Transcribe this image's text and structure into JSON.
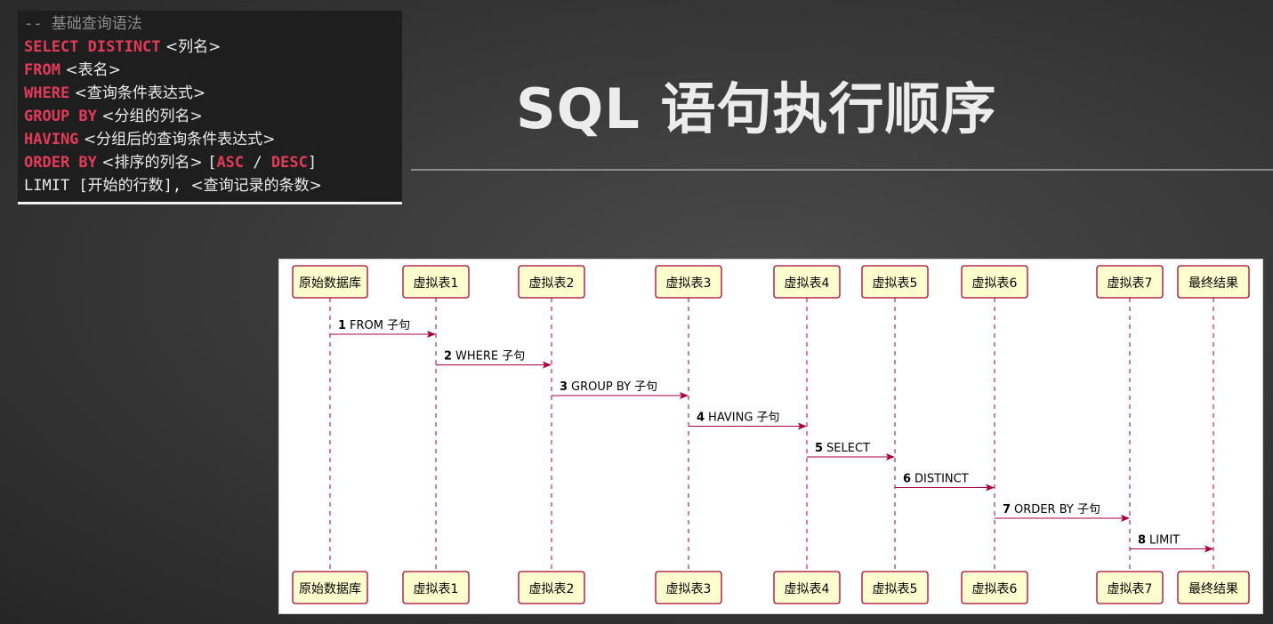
{
  "code_box": {
    "lines": [
      [
        {
          "t": "-- 基础查询语法",
          "c": "code-comment"
        }
      ],
      [
        {
          "t": "SELECT DISTINCT",
          "c": "kw"
        },
        {
          "t": " <列名>",
          "c": "plain"
        }
      ],
      [
        {
          "t": "FROM",
          "c": "kw"
        },
        {
          "t": " <表名>",
          "c": "plain"
        }
      ],
      [
        {
          "t": "WHERE",
          "c": "kw"
        },
        {
          "t": " <查询条件表达式>",
          "c": "plain"
        }
      ],
      [
        {
          "t": "GROUP BY",
          "c": "kw"
        },
        {
          "t": " <分组的列名>",
          "c": "plain"
        }
      ],
      [
        {
          "t": "HAVING",
          "c": "kw"
        },
        {
          "t": " <分组后的查询条件表达式>",
          "c": "plain"
        }
      ],
      [
        {
          "t": "ORDER BY",
          "c": "kw"
        },
        {
          "t": " <排序的列名> ",
          "c": "plain"
        },
        {
          "t": "[",
          "c": "mono"
        },
        {
          "t": "ASC",
          "c": "kw"
        },
        {
          "t": " / ",
          "c": "mono"
        },
        {
          "t": "DESC",
          "c": "kw"
        },
        {
          "t": "]",
          "c": "mono"
        }
      ],
      [
        {
          "t": "LIMIT [",
          "c": "mono"
        },
        {
          "t": "开始的行数",
          "c": "plain"
        },
        {
          "t": "], ",
          "c": "mono"
        },
        {
          "t": "<查询记录的条数>",
          "c": "plain"
        }
      ]
    ]
  },
  "title": "SQL 语句执行顺序",
  "diagram": {
    "participants": [
      "原始数据库",
      "虚拟表1",
      "虚拟表2",
      "虚拟表3",
      "虚拟表4",
      "虚拟表5",
      "虚拟表6",
      "虚拟表7",
      "最终结果"
    ],
    "messages": [
      {
        "from": 0,
        "to": 1,
        "num": "1",
        "label": "FROM 子句"
      },
      {
        "from": 1,
        "to": 2,
        "num": "2",
        "label": "WHERE 子句"
      },
      {
        "from": 2,
        "to": 3,
        "num": "3",
        "label": "GROUP BY 子句"
      },
      {
        "from": 3,
        "to": 4,
        "num": "4",
        "label": "HAVING 子句"
      },
      {
        "from": 4,
        "to": 5,
        "num": "5",
        "label": "SELECT"
      },
      {
        "from": 5,
        "to": 6,
        "num": "6",
        "label": "DISTINCT"
      },
      {
        "from": 6,
        "to": 7,
        "num": "7",
        "label": "ORDER BY 子句"
      },
      {
        "from": 7,
        "to": 8,
        "num": "8",
        "label": "LIMIT"
      }
    ],
    "colors": {
      "box_fill": "#fefece",
      "box_stroke": "#a80036",
      "lifeline": "#a80036",
      "arrow": "#a80036",
      "text": "#000000"
    }
  }
}
